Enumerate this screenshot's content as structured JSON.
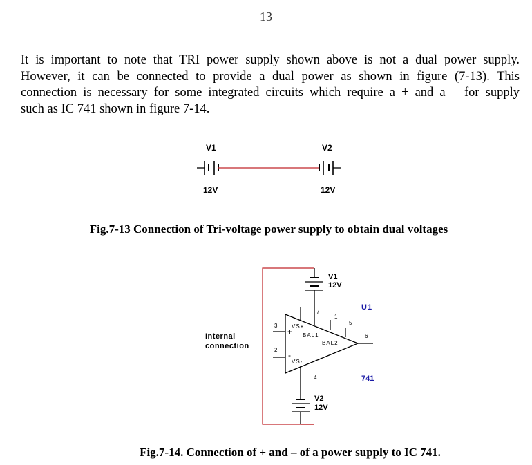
{
  "page_number": "13",
  "paragraph": [
    "It is important to note that TRI power supply shown above is not a dual power supply.",
    "However, it can be connected to provide a dual power as shown in figure (7-13).  This",
    "connection is necessary for some integrated circuits which require a + and a – for supply",
    "such as IC 741 shown in figure 7-14."
  ],
  "figure_13": {
    "battery_left": {
      "name": "V1",
      "value": "12V"
    },
    "battery_right": {
      "name": "V2",
      "value": "12V"
    },
    "caption": "Fig.7-13 Connection of Tri-voltage power supply to obtain dual voltages"
  },
  "figure_14": {
    "v1": {
      "name": "V1",
      "value": "12V"
    },
    "v2": {
      "name": "V2",
      "value": "12V"
    },
    "ic_ref": "U1",
    "ic_part": "741",
    "internal_label_1": "Internal",
    "internal_label_2": "connection",
    "pins": {
      "p7": "7",
      "p1": "1",
      "p5": "5",
      "p3": "3",
      "p2": "2",
      "p6": "6",
      "p4": "4"
    },
    "nets": {
      "vs_plus": "VS+",
      "vs_minus": "VS-",
      "bal1": "BAL1",
      "bal2": "BAL2"
    },
    "signs": {
      "plus": "+",
      "minus": "-"
    },
    "caption": "Fig.7-14. Connection of + and – of a power supply to IC 741."
  },
  "colors": {
    "wire": "#c0262a",
    "text": "#000000",
    "ref": "#1a1aa6"
  }
}
